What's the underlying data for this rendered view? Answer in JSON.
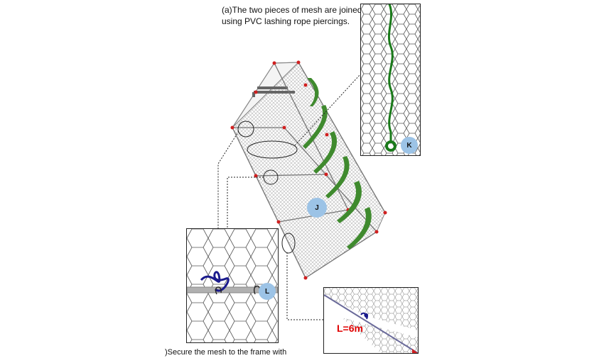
{
  "captions": {
    "a_line1": "(a)The two pieces of mesh are joined",
    "a_line2": "using PVC lashing rope piercings.",
    "bottom": ")Secure the mesh to the frame with"
  },
  "badges": {
    "j": "J",
    "k": "K",
    "l": "L"
  },
  "length_label": "L=6m",
  "colors": {
    "mesh": "#9a9a9a",
    "frame": "#7a7a7a",
    "arrow": "#3f8a2e",
    "lashing_rope": "#1a7a1a",
    "tie_wire": "#1a1a8c",
    "marker": "#d02020",
    "badge": "#9cc3e6",
    "length_text": "#e00000"
  }
}
